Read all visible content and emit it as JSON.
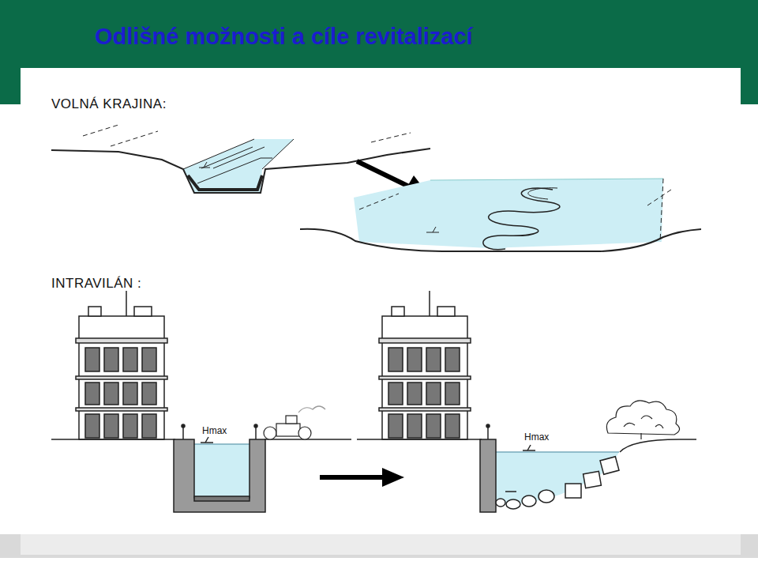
{
  "diagram": {
    "title": "Odlišné možnosti a cíle revitalizací",
    "labels": [
      "VOLNÁ KRAJINA:",
      "INTRAVILÁN :",
      "Hmax",
      "Hmax"
    ]
  }
}
